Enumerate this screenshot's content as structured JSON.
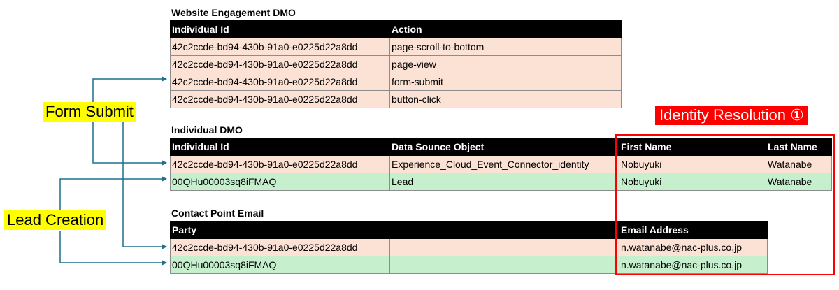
{
  "website_engagement": {
    "title": "Website Engagement DMO",
    "headers": [
      "Individual Id",
      "Action"
    ],
    "rows": [
      [
        "42c2ccde-bd94-430b-91a0-e0225d22a8dd",
        "page-scroll-to-bottom"
      ],
      [
        "42c2ccde-bd94-430b-91a0-e0225d22a8dd",
        "page-view"
      ],
      [
        "42c2ccde-bd94-430b-91a0-e0225d22a8dd",
        "form-submit"
      ],
      [
        "42c2ccde-bd94-430b-91a0-e0225d22a8dd",
        "button-click"
      ]
    ]
  },
  "individual": {
    "title": "Individual DMO",
    "headers": [
      "Individual Id",
      "Data Sounce Object",
      "First Name",
      "Last Name"
    ],
    "rows": [
      [
        "42c2ccde-bd94-430b-91a0-e0225d22a8dd",
        "Experience_Cloud_Event_Connector_identity",
        "Nobuyuki",
        "Watanabe"
      ],
      [
        "00QHu00003sq8iFMAQ",
        "Lead",
        "Nobuyuki",
        "Watanabe"
      ]
    ]
  },
  "contact_point": {
    "title": "Contact Point Email",
    "headers": [
      "Party",
      "",
      "Email Address"
    ],
    "rows": [
      [
        "42c2ccde-bd94-430b-91a0-e0225d22a8dd",
        "",
        "n.watanabe@nac-plus.co.jp"
      ],
      [
        "00QHu00003sq8iFMAQ",
        "",
        "n.watanabe@nac-plus.co.jp"
      ]
    ]
  },
  "labels": {
    "form_submit": "Form Submit",
    "lead_creation": "Lead Creation",
    "identity_resolution": "Identity Resolution ①"
  },
  "colors": {
    "header_bg": "#000000",
    "pink_row": "#fbe2d5",
    "green_row": "#c6efce",
    "arrow": "#1f6e8c",
    "highlight": "#ffff00",
    "identity_red": "#ff0000"
  }
}
